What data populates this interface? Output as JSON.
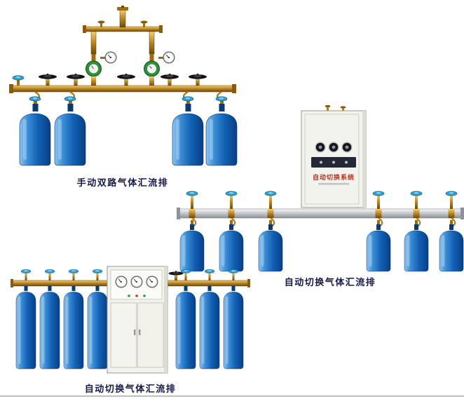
{
  "page": {
    "background": "#ffffff",
    "divider_color": "#bfbfbf"
  },
  "palette": {
    "cylinder_blue": "#1261b4",
    "brass": "#c08a28",
    "handwheel_blue": "#2f9fd8",
    "caption_color": "#151a4a",
    "cabinet_label_red": "#c32a1a",
    "cabinet_body": "#f3f3ed",
    "manifold_bar_silver": "#c2c6ca"
  },
  "products": [
    {
      "name": "manual-dual-gas-manifold",
      "caption": "手动双路气体汇流排",
      "cylinder_count": 4,
      "regulator_count": 2
    },
    {
      "name": "auto-switch-gas-manifold-wall-cabinet",
      "caption": "自动切换气体汇流排",
      "cylinder_count": 6,
      "cabinet": {
        "title": "自动切换系统",
        "gauge_count": 3
      }
    },
    {
      "name": "auto-switch-gas-manifold-floor-cabinet",
      "caption": "自动切换气体汇流排",
      "cylinder_count": 7,
      "cabinet": {
        "gauge_count": 3
      }
    }
  ]
}
